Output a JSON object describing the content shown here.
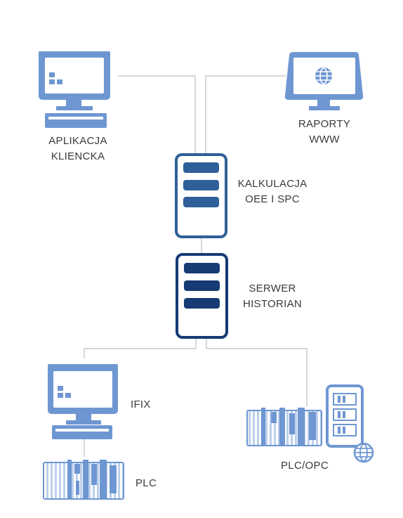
{
  "colors": {
    "light_blue": "#6e97d2",
    "mid_blue": "#2f5f98",
    "dark_navy": "#163a73",
    "connector": "#c8c8c8",
    "text": "#3a3a3a"
  },
  "nodes": {
    "client_app": {
      "line1": "APLIKACJA",
      "line2": "KLIENCKA",
      "icon": "computer-icon"
    },
    "reports": {
      "line1": "RAPORTY",
      "line2": "WWW",
      "icon": "web-monitor-icon"
    },
    "calc_server": {
      "line1": "KALKULACJA",
      "line2": "OEE I SPC",
      "icon": "server-icon"
    },
    "historian": {
      "line1": "SERWER",
      "line2": "HISTORIAN",
      "icon": "server-icon"
    },
    "ifix": {
      "label": "IFIX",
      "icon": "computer-icon"
    },
    "plc": {
      "label": "PLC",
      "icon": "plc-rack-icon"
    },
    "plc_opc": {
      "label": "PLC/OPC",
      "icon": "plc-opc-icon"
    }
  }
}
